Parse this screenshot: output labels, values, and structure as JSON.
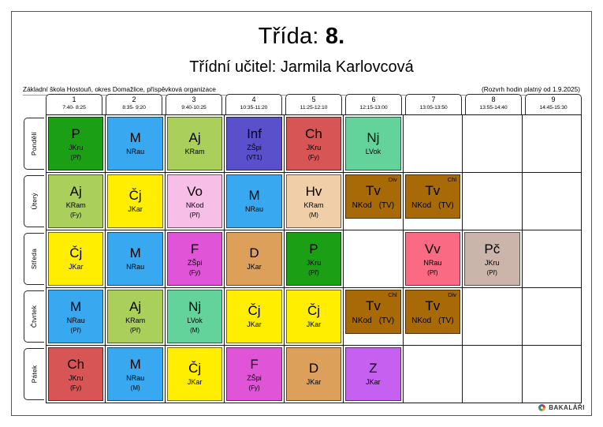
{
  "header": {
    "title_prefix": "Třída:",
    "class_name": "8.",
    "teacher_line": "Třídní učitel: Jarmila Karlovcová",
    "school": "Základní škola Hostouň, okres Domažlice, příspěvková organizace",
    "validity": "(Rozvrh hodin platný od 1.9.2025)"
  },
  "periods": [
    {
      "num": "1",
      "time": "7:40- 8:25"
    },
    {
      "num": "2",
      "time": "8:35- 9:20"
    },
    {
      "num": "3",
      "time": "9:40-10:25"
    },
    {
      "num": "4",
      "time": "10:35-11:20"
    },
    {
      "num": "5",
      "time": "11:25-12:10"
    },
    {
      "num": "6",
      "time": "12:15-13:00"
    },
    {
      "num": "7",
      "time": "13:05-13:50"
    },
    {
      "num": "8",
      "time": "13:55-14:40"
    },
    {
      "num": "9",
      "time": "14:45-15:30"
    }
  ],
  "days": [
    {
      "label": "Pondělí",
      "lessons": [
        {
          "subject": "P",
          "teacher": "JKru",
          "room": "(Př)",
          "color": "#1ba015"
        },
        {
          "subject": "M",
          "teacher": "NRau",
          "room": "",
          "color": "#38a8f0"
        },
        {
          "subject": "Aj",
          "teacher": "KRam",
          "room": "",
          "color": "#aacf5a"
        },
        {
          "subject": "Inf",
          "teacher": "ZŠpi",
          "room": "(VT1)",
          "color": "#5a50cc"
        },
        {
          "subject": "Ch",
          "teacher": "JKru",
          "room": "(Fy)",
          "color": "#d85555"
        },
        {
          "subject": "Nj",
          "teacher": "LVok",
          "room": "",
          "color": "#63d39b"
        },
        null,
        null,
        null
      ]
    },
    {
      "label": "Úterý",
      "lessons": [
        {
          "subject": "Aj",
          "teacher": "KRam",
          "room": "(Fy)",
          "color": "#aacf5a"
        },
        {
          "subject": "Čj",
          "teacher": "JKar",
          "room": "",
          "color": "#ffee00"
        },
        {
          "subject": "Vo",
          "teacher": "NKod",
          "room": "(Př)",
          "color": "#f7bfe8"
        },
        {
          "subject": "M",
          "teacher": "NRau",
          "room": "",
          "color": "#38a8f0"
        },
        {
          "subject": "Hv",
          "teacher": "KRam",
          "room": "(M)",
          "color": "#f0cfa8"
        },
        {
          "subject": "Tv",
          "teacher": "NKod",
          "room": "(TV)",
          "color": "#a86a06",
          "group": "Div",
          "half": true
        },
        {
          "subject": "Tv",
          "teacher": "NKod",
          "room": "(TV)",
          "color": "#a86a06",
          "group": "Chl",
          "half": true
        },
        null,
        null
      ]
    },
    {
      "label": "Středa",
      "lessons": [
        {
          "subject": "Čj",
          "teacher": "JKar",
          "room": "",
          "color": "#ffee00"
        },
        {
          "subject": "M",
          "teacher": "NRau",
          "room": "",
          "color": "#38a8f0"
        },
        {
          "subject": "F",
          "teacher": "ZŠpi",
          "room": "(Fy)",
          "color": "#e055d8"
        },
        {
          "subject": "D",
          "teacher": "JKar",
          "room": "",
          "color": "#dda05a"
        },
        {
          "subject": "P",
          "teacher": "JKru",
          "room": "(Př)",
          "color": "#1ba015"
        },
        null,
        {
          "subject": "Vv",
          "teacher": "NRau",
          "room": "(Př)",
          "color": "#fa6a82"
        },
        {
          "subject": "Pč",
          "teacher": "JKru",
          "room": "(Př)",
          "color": "#cbb5aa"
        },
        null
      ]
    },
    {
      "label": "Čtvrtek",
      "lessons": [
        {
          "subject": "M",
          "teacher": "NRau",
          "room": "(Př)",
          "color": "#38a8f0"
        },
        {
          "subject": "Aj",
          "teacher": "KRam",
          "room": "(Př)",
          "color": "#aacf5a"
        },
        {
          "subject": "Nj",
          "teacher": "LVok",
          "room": "(M)",
          "color": "#63d39b"
        },
        {
          "subject": "Čj",
          "teacher": "JKar",
          "room": "",
          "color": "#ffee00"
        },
        {
          "subject": "Čj",
          "teacher": "JKar",
          "room": "",
          "color": "#ffee00"
        },
        {
          "subject": "Tv",
          "teacher": "NKod",
          "room": "(TV)",
          "color": "#a86a06",
          "group": "Chl",
          "half": true
        },
        {
          "subject": "Tv",
          "teacher": "NKod",
          "room": "(TV)",
          "color": "#a86a06",
          "group": "Div",
          "half": true
        },
        null,
        null
      ]
    },
    {
      "label": "Pátek",
      "lessons": [
        {
          "subject": "Ch",
          "teacher": "JKru",
          "room": "(Fy)",
          "color": "#d85555"
        },
        {
          "subject": "M",
          "teacher": "NRau",
          "room": "(M)",
          "color": "#38a8f0"
        },
        {
          "subject": "Čj",
          "teacher": "JKar",
          "room": "",
          "color": "#ffee00"
        },
        {
          "subject": "F",
          "teacher": "ZŠpi",
          "room": "(Fy)",
          "color": "#e055d8"
        },
        {
          "subject": "D",
          "teacher": "JKar",
          "room": "",
          "color": "#dda05a"
        },
        {
          "subject": "Z",
          "teacher": "JKar",
          "room": "",
          "color": "#c560f0"
        },
        null,
        null,
        null
      ]
    }
  ],
  "footer": {
    "logo_text": "BAKALÁŘI"
  }
}
